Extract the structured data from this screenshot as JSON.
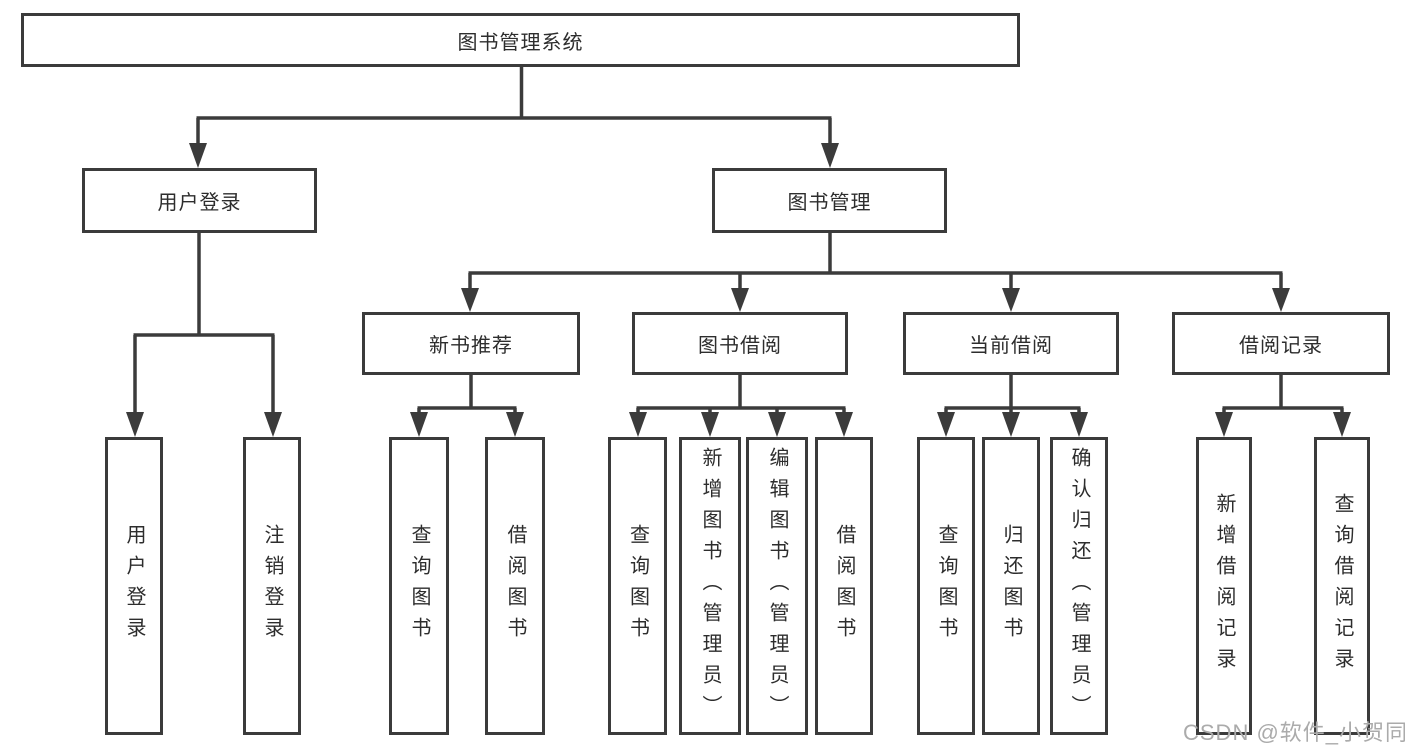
{
  "tree": {
    "label": "图书管理系统",
    "children": [
      {
        "label": "用户登录",
        "children": [
          {
            "label": "用户登录"
          },
          {
            "label": "注销登录"
          }
        ]
      },
      {
        "label": "图书管理",
        "children": [
          {
            "label": "新书推荐",
            "children": [
              {
                "label": "查询图书"
              },
              {
                "label": "借阅图书"
              }
            ]
          },
          {
            "label": "图书借阅",
            "children": [
              {
                "label": "查询图书"
              },
              {
                "label": "新增图书（管理员）"
              },
              {
                "label": "编辑图书（管理员）"
              },
              {
                "label": "借阅图书"
              }
            ]
          },
          {
            "label": "当前借阅",
            "children": [
              {
                "label": "查询图书"
              },
              {
                "label": "归还图书"
              },
              {
                "label": "确认归还（管理员）"
              }
            ]
          },
          {
            "label": "借阅记录",
            "children": [
              {
                "label": "新增借阅记录"
              },
              {
                "label": "查询借阅记录"
              }
            ]
          }
        ]
      }
    ]
  },
  "watermark": "CSDN @软件_小贺同学",
  "colors": {
    "line": "#3b3b3b",
    "box_border": "#3b3b3b",
    "text": "#2d2d2d",
    "background": "#ffffff",
    "watermark": "#ababab"
  }
}
